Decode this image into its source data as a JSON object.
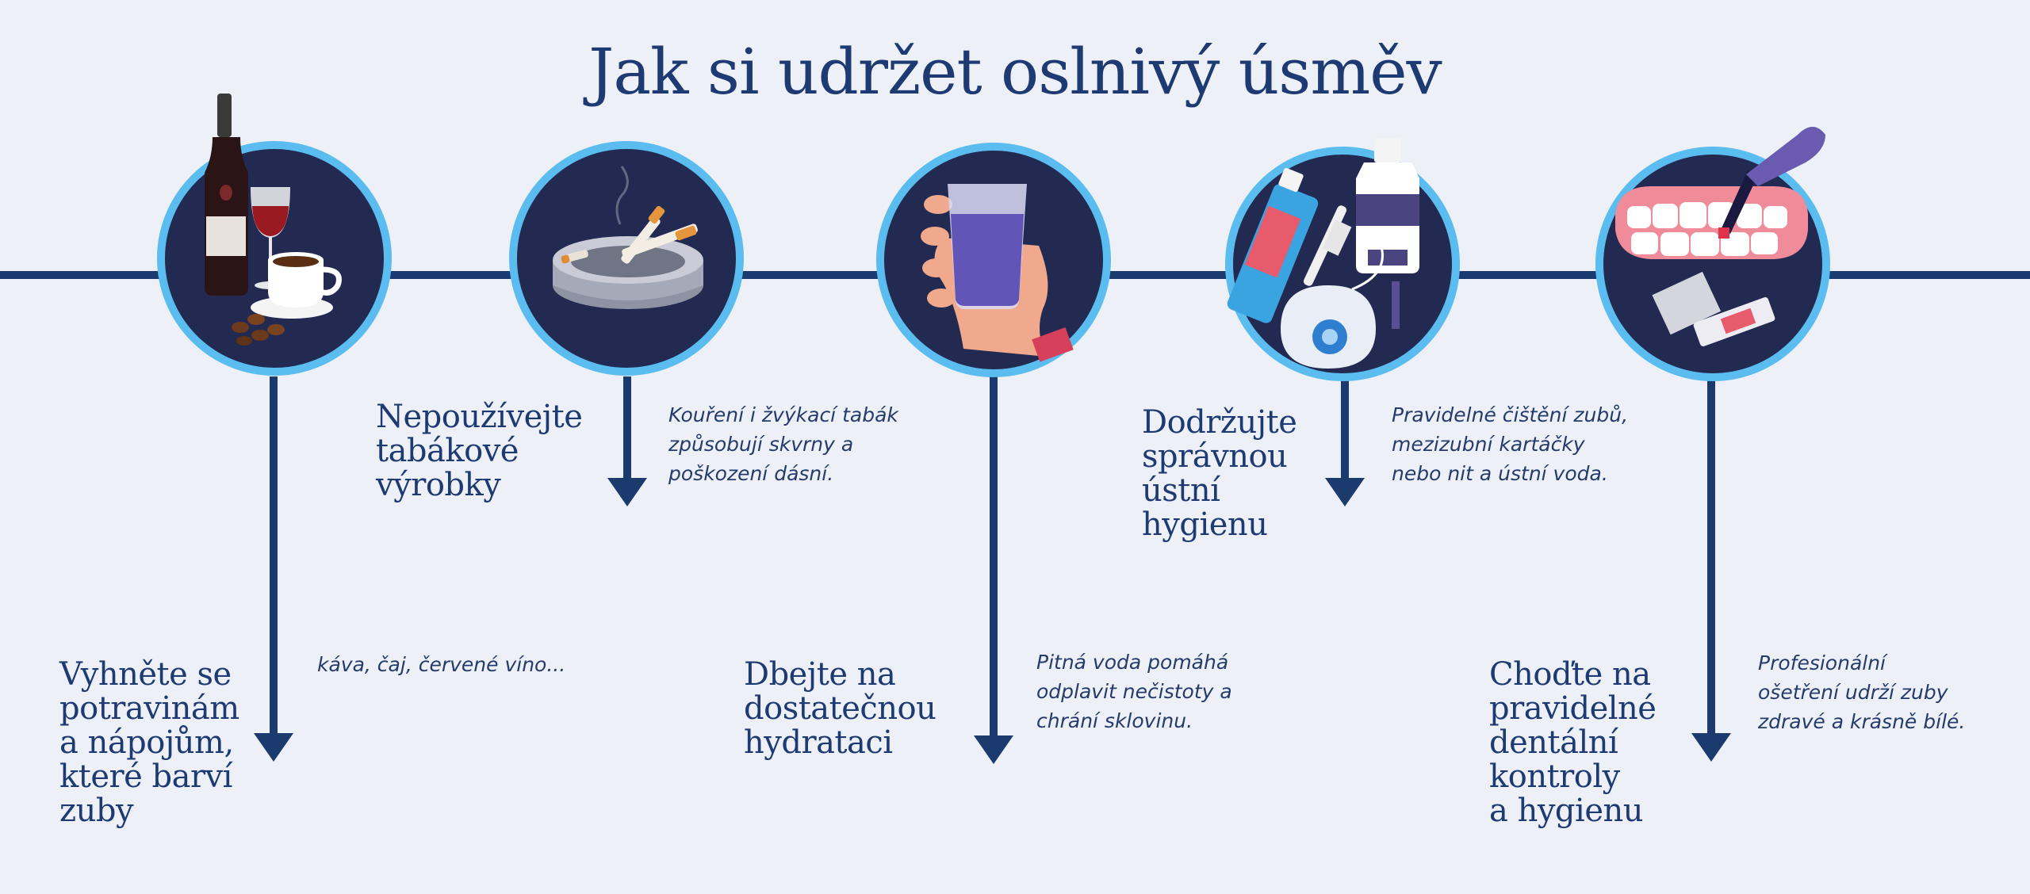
{
  "title": "Jak si udržet oslnivý úsměv",
  "colors": {
    "background": "#edf0f7",
    "accent": "#1b3a6e",
    "ring": "#5bbcf0",
    "circle": "#222a52"
  },
  "steps": [
    {
      "icon": "wine-coffee-icon",
      "heading": "Vyhněte se\npotravinám\na nápojům,\nkteré barví\nzuby",
      "description": "káva, čaj, červené víno..."
    },
    {
      "icon": "ashtray-cigarette-icon",
      "heading": "Nepoužívejte\ntabákové\nvýrobky",
      "description": "Kouření i žvýkací tabák\nzpůsobují skvrny a\npoškození dásní."
    },
    {
      "icon": "water-glass-icon",
      "heading": "Dbejte na\ndostatečnou\nhydrataci",
      "description": "Pitná voda pomáhá\nodplavit nečistoty a\nchrání sklovinu."
    },
    {
      "icon": "dental-hygiene-products-icon",
      "heading": "Dodržujte\nsprávnou\nústní\nhygienu",
      "description": "Pravidelné čištění zubů,\nmezizubní kartáčky\nnebo nit a ústní voda."
    },
    {
      "icon": "dental-checkup-icon",
      "heading": "Choďte na\npravidelné\ndentální\nkontroly\na hygienu",
      "description": "Profesionální\nošetření udrží zuby\nzdravé a krásně bílé."
    }
  ]
}
